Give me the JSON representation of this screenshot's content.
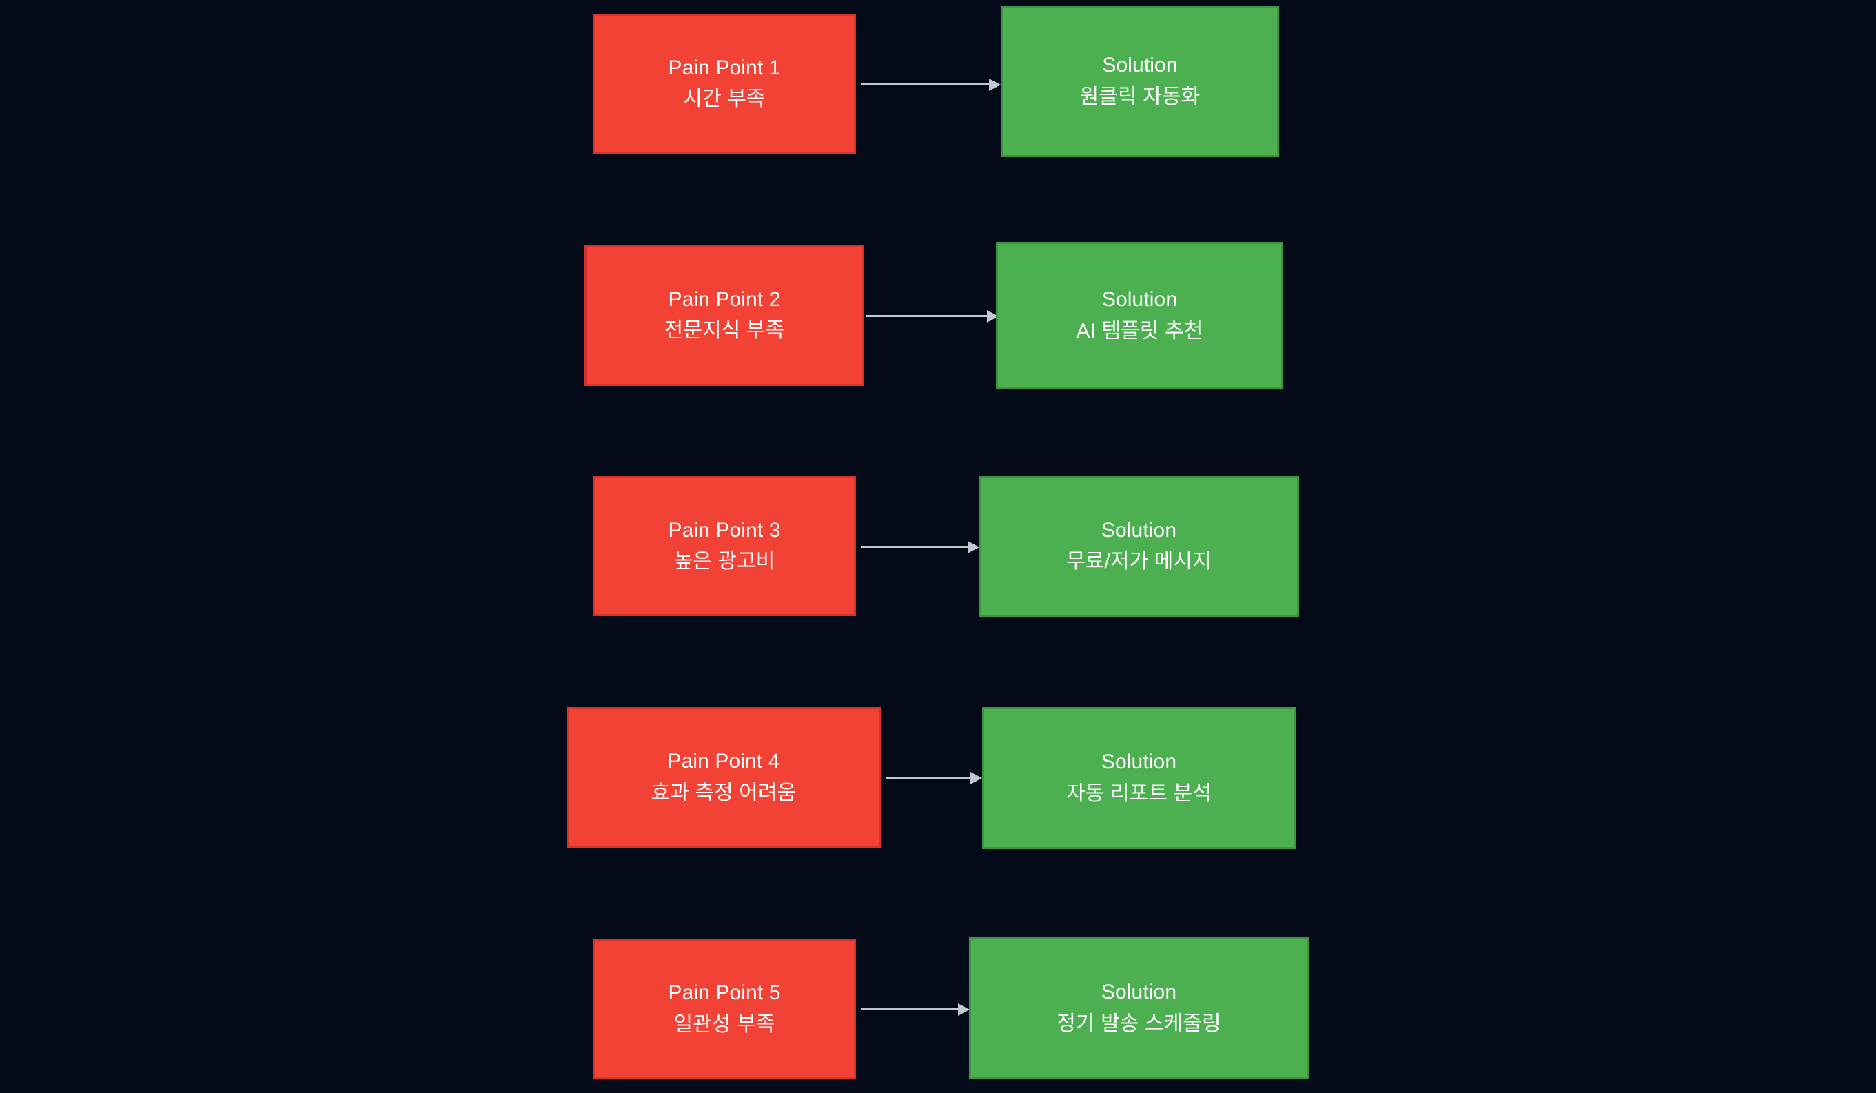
{
  "diagram": {
    "title": "Pain Point to Solution mapping",
    "type": "flow",
    "background_color": "#050a18",
    "pain_color": "#f24235",
    "solution_color": "#4caf50",
    "arrow_color": "#c3c8d0",
    "text_color": "#ffffff",
    "rows": [
      {
        "pain": {
          "label": "Pain Point 1",
          "detail": "시간 부족"
        },
        "solution": {
          "label": "Solution",
          "detail": "원클릭 자동화"
        },
        "arrow": "arrow-right"
      },
      {
        "pain": {
          "label": "Pain Point 2",
          "detail": "전문지식 부족"
        },
        "solution": {
          "label": "Solution",
          "detail": "AI 템플릿 추천"
        },
        "arrow": "arrow-right"
      },
      {
        "pain": {
          "label": "Pain Point 3",
          "detail": "높은 광고비"
        },
        "solution": {
          "label": "Solution",
          "detail": "무료/저가 메시지"
        },
        "arrow": "arrow-right"
      },
      {
        "pain": {
          "label": "Pain Point 4",
          "detail": "효과 측정 어려움"
        },
        "solution": {
          "label": "Solution",
          "detail": "자동 리포트 분석"
        },
        "arrow": "arrow-right"
      },
      {
        "pain": {
          "label": "Pain Point 5",
          "detail": "일관성 부족"
        },
        "solution": {
          "label": "Solution",
          "detail": "정기 발송 스케줄링"
        },
        "arrow": "arrow-right"
      }
    ]
  }
}
